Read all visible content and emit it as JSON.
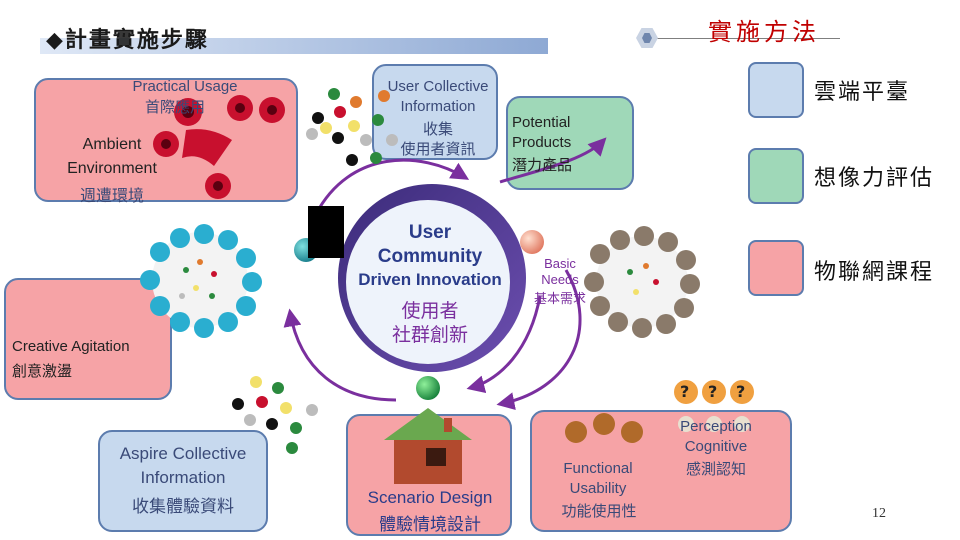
{
  "header": {
    "title": "◆計畫實施步驟",
    "method_title": "實施方法"
  },
  "legend": [
    {
      "label": "雲端平臺",
      "color": "#c7d9ee"
    },
    {
      "label": "想像力評估",
      "color": "#9fd8b8"
    },
    {
      "label": "物聯網課程",
      "color": "#f6a3a6"
    }
  ],
  "boxes": {
    "ambient": {
      "line1": "Practical Usage",
      "line2": "首際應用",
      "line3": "Ambient",
      "line4": "Environment",
      "line5": "週遭環境"
    },
    "user_collective": {
      "line1": "User Collective",
      "line2": "Information",
      "line3": "收集",
      "line4": "使用者資訊"
    },
    "potential": {
      "line1": "Potential",
      "line2": "Products",
      "line3": "潛力產品"
    },
    "creative": {
      "line1": "Creative Agitation",
      "line2": "創意激盪"
    },
    "aspire": {
      "line1": "Aspire Collective",
      "line2": "Information",
      "line3": "收集體驗資料"
    },
    "scenario": {
      "line1": "Scenario Design",
      "line2": "體驗情境設計"
    },
    "functional": {
      "line1": "Perception",
      "line2": "Cognitive",
      "line3": "感測認知",
      "line4": "Functional",
      "line5": "Usability",
      "line6": "功能使用性"
    }
  },
  "center": {
    "line1": "User",
    "line2": "Community",
    "line3": "Driven Innovation",
    "line4": "使用者",
    "line5": "社群創新"
  },
  "basic_needs": {
    "line1": "Basic",
    "line2": "Needs",
    "line3": "基本需求"
  },
  "question_marks": [
    "?",
    "?",
    "?"
  ],
  "page_number": "12"
}
